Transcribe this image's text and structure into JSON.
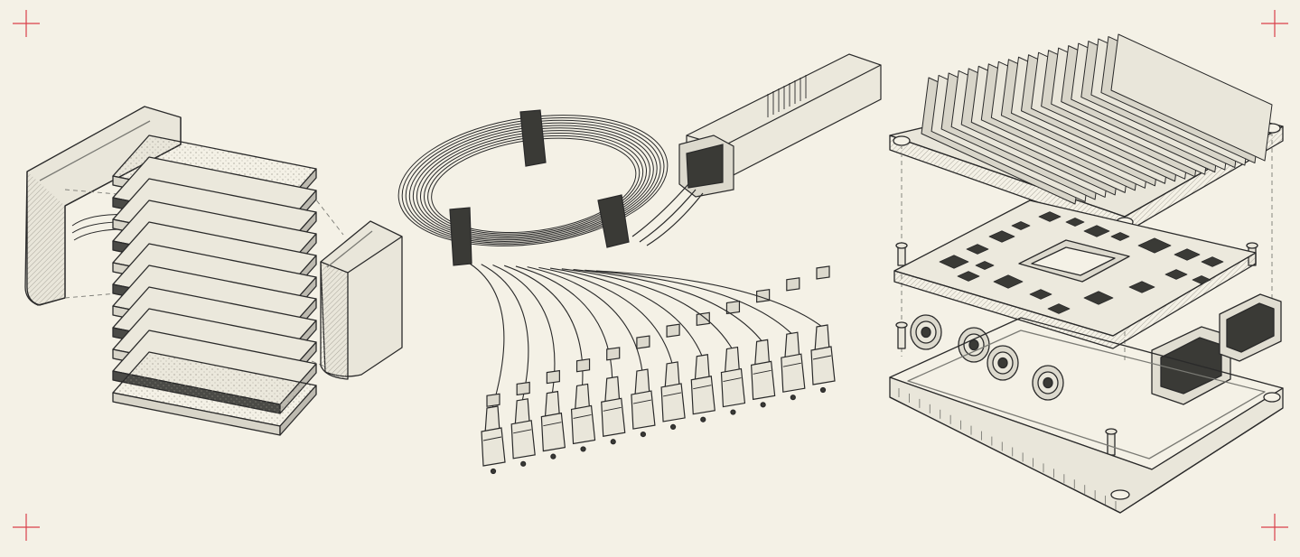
{
  "palette": {
    "paper": "#f4f1e6",
    "ink": "#2a2a2a",
    "mid": "#7a7a74",
    "light": "#e9e6da",
    "dark": "#4a4a46",
    "crop": "#d9404a",
    "crop_blue": "#5a7fc8"
  },
  "illustrations": [
    {
      "id": "ceramic-capacitor-exploded",
      "icon": "stacked-capacitor-icon"
    },
    {
      "id": "fiber-breakout-cable",
      "icon": "fiber-cable-icon"
    },
    {
      "id": "ecu-enclosure-exploded",
      "icon": "circuit-board-enclosure-icon"
    }
  ],
  "details": {
    "capacitor_layers": 9,
    "fiber_connectors": 12,
    "heatsink_fins": 20,
    "coax_ports": 4,
    "multi_pin_connectors": 2
  }
}
